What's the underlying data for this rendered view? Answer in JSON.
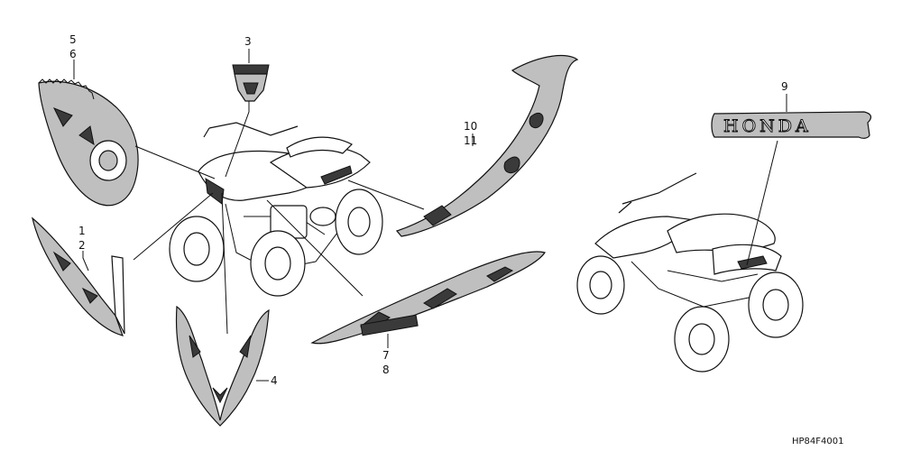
{
  "callouts": {
    "c1": "1",
    "c2": "2",
    "c3": "3",
    "c4": "4",
    "c5": "5",
    "c6": "6",
    "c7": "7",
    "c8": "8",
    "c9": "9",
    "c10": "10",
    "c11": "11"
  },
  "emblem_text": "HONDA",
  "diagram_code": "HP84F4001"
}
